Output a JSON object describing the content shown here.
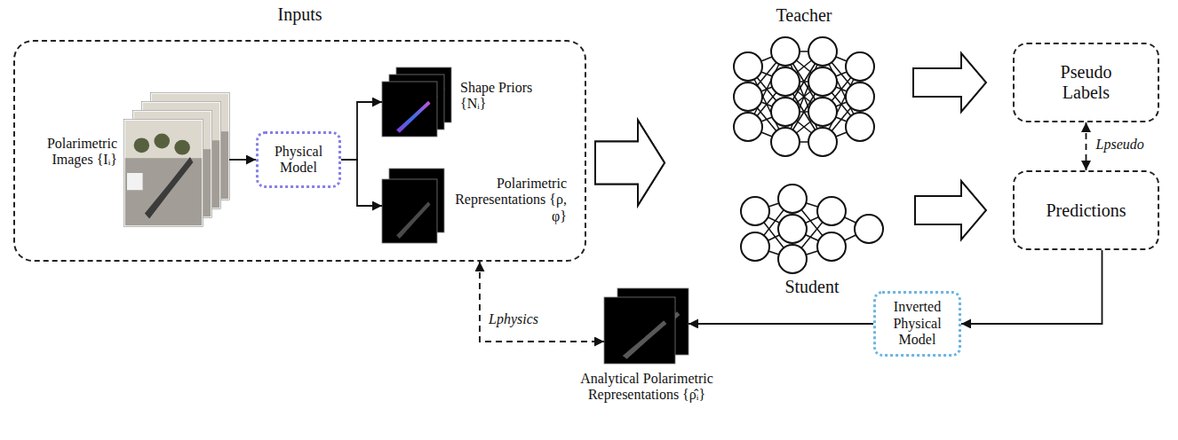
{
  "diagram": {
    "nodes": [
      {
        "text": [
          "Inputs"
        ]
      },
      {
        "text": [
          "Polarimetric Images {Iᵢ}"
        ],
        "in": 0
      },
      {
        "text": [
          "Physical Model"
        ],
        "in": 0
      },
      {
        "text": [
          "Shape Priors {Nᵢ}"
        ],
        "in": 0
      },
      {
        "text": [
          "Polarimetric Representations {ρ, φ}"
        ],
        "in": 0
      },
      {
        "text": [
          "Teacher"
        ]
      },
      {
        "text": [
          "Student"
        ]
      },
      {
        "text": [
          "Pseudo Labels"
        ]
      },
      {
        "text": [
          "Predictions"
        ]
      },
      {
        "text": [
          "Inverted Physical Model"
        ]
      },
      {
        "text": [
          "Analytical Polarimetric Representations {ρ̂ᵢ}"
        ]
      }
    ],
    "edges": [
      {
        "from": 1,
        "to": 2,
        "arrow": "to"
      },
      {
        "from": 2,
        "to": 3,
        "arrow": "to"
      },
      {
        "from": 2,
        "to": 4,
        "arrow": "to"
      },
      {
        "from": 0,
        "to": 5,
        "arrow": "to"
      },
      {
        "from": 0,
        "to": 6,
        "arrow": "to"
      },
      {
        "from": 5,
        "to": 7,
        "arrow": "to"
      },
      {
        "from": 6,
        "to": 8,
        "arrow": "to"
      },
      {
        "from": 7,
        "to": 8,
        "arrow": "both",
        "label": "Lpseudo"
      },
      {
        "from": 8,
        "to": 9,
        "arrow": "to"
      },
      {
        "from": 9,
        "to": 10,
        "arrow": "to"
      },
      {
        "from": 0,
        "to": 10,
        "arrow": "both",
        "label": "Lphysics"
      }
    ]
  }
}
